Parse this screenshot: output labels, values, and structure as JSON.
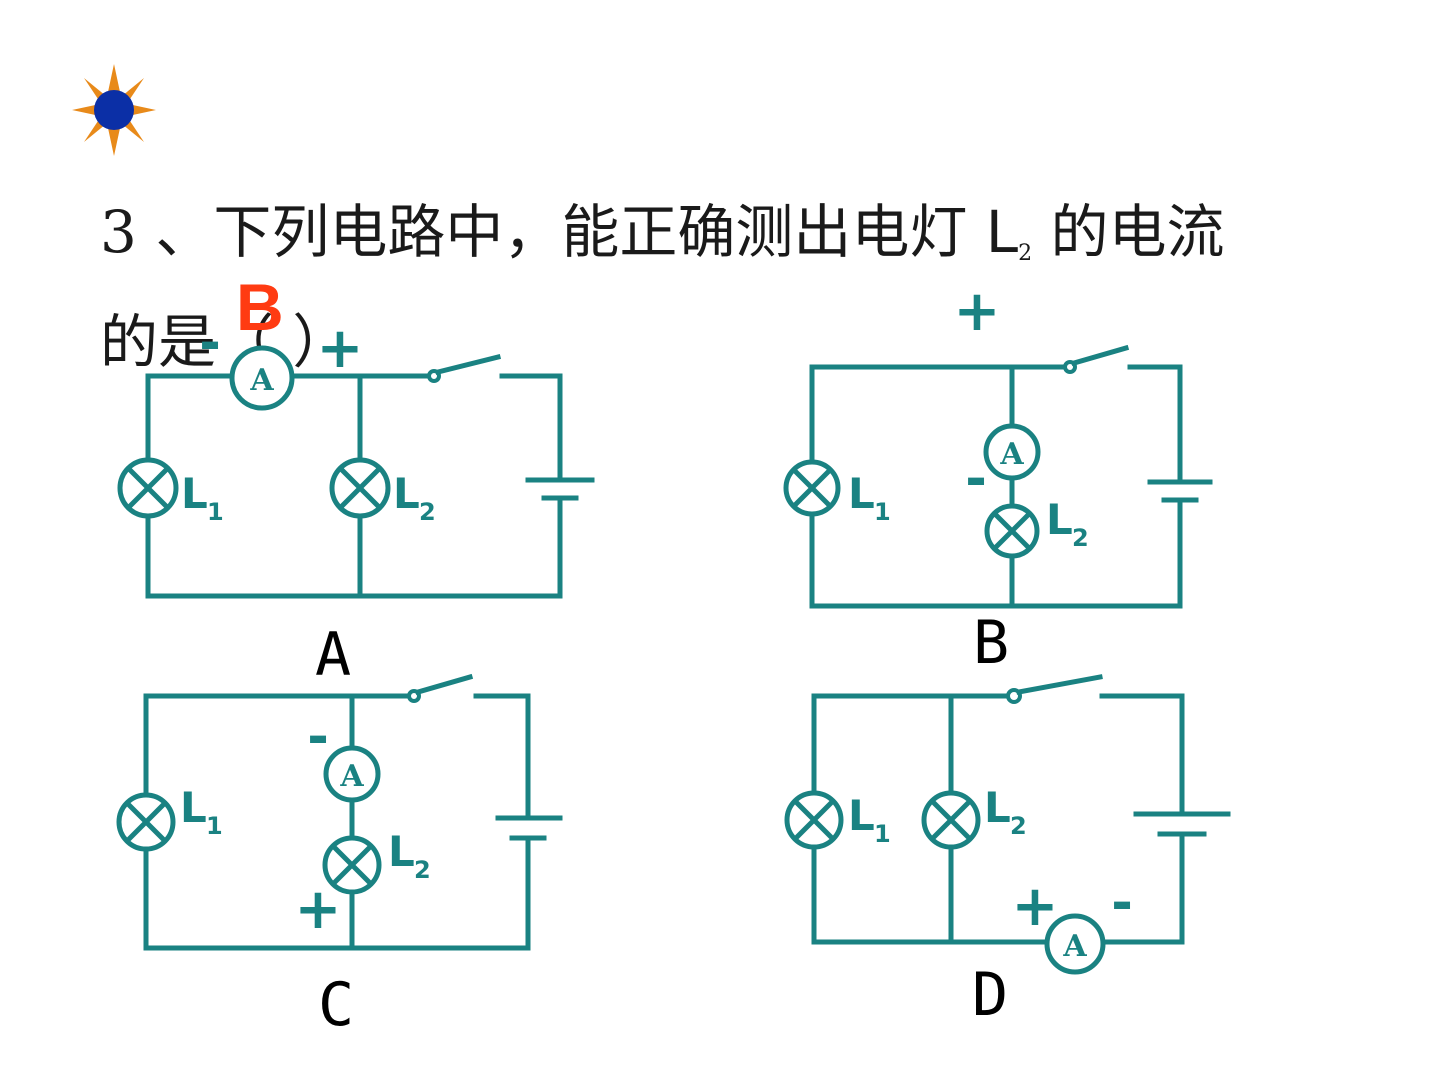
{
  "question": {
    "prefix": "3 、下列电路中，能正确测出电灯 ",
    "l_letter": "L",
    "l_sub": "2",
    "suffix": " 的电流",
    "line2": "的是（    ）"
  },
  "answer": "B",
  "colors": {
    "circuit": "#1a8282",
    "answer": "#ff3b12",
    "sun_fill": "#0b2fa6",
    "sun_rays": "#e88a1a"
  },
  "labels": {
    "lamp1": "L",
    "lamp2": "L",
    "sub1": "1",
    "sub2": "2",
    "ammeter": "A",
    "plus": "+",
    "minus": "-"
  },
  "captions": {
    "a": "A",
    "b": "B",
    "c": "C",
    "d": "D"
  },
  "icons": {
    "logo": "sun-icon"
  }
}
